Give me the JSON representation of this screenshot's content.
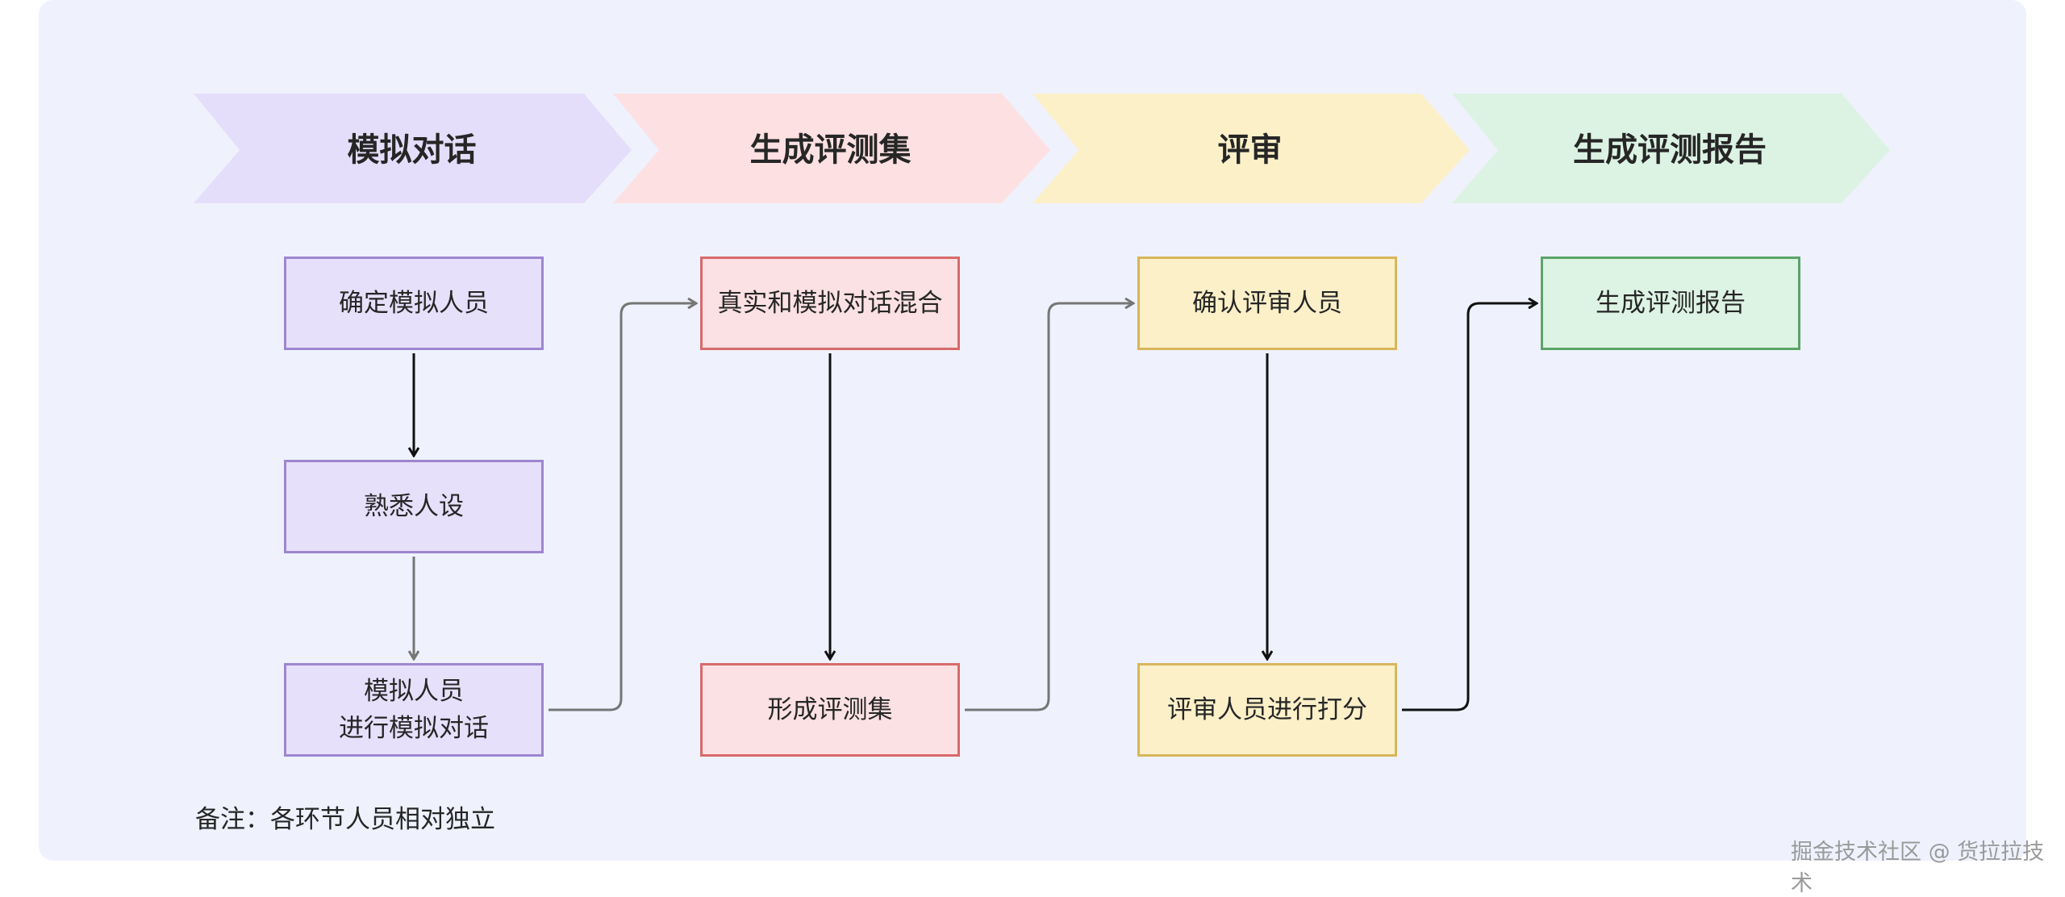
{
  "stages": [
    {
      "label": "模拟对话",
      "color": "#e5defa"
    },
    {
      "label": "生成评测集",
      "color": "#fde0e2"
    },
    {
      "label": "评审",
      "color": "#fcf0c9"
    },
    {
      "label": "生成评测报告",
      "color": "#dcf3e4"
    }
  ],
  "nodes": {
    "confirm_sim": "确定模拟人员",
    "familiarize": "熟悉人设",
    "sim_dialog": "模拟人员\n进行模拟对话",
    "mix": "真实和模拟对话混合",
    "form_set": "形成评测集",
    "confirm_review": "确认评审人员",
    "scoring": "评审人员进行打分",
    "report": "生成评测报告"
  },
  "note": "备注：各环节人员相对独立",
  "watermark": "掘金技术社区 @ 货拉拉技术"
}
